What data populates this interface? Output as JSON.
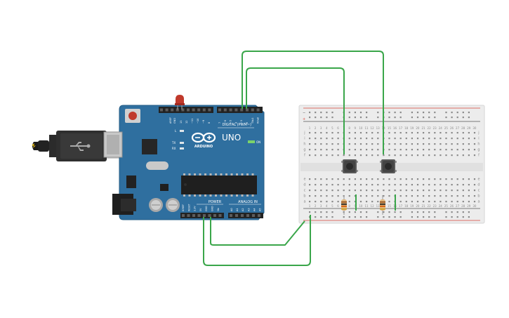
{
  "board": {
    "logo_text": "ARDUINO",
    "model_text": "UNO",
    "digital_label": "DIGITAL (PWM~)",
    "analog_label": "ANALOG IN",
    "power_label": "POWER",
    "on_label": "ON",
    "l_label": "L",
    "tx_label": "TX",
    "rx_label": "RX",
    "aref_label": "AREF",
    "gnd_label": "GND",
    "digital_pins": [
      "13",
      "12",
      "~11",
      "~10",
      "~9",
      "8",
      "7",
      "~6",
      "~5",
      "4",
      "~3",
      "2",
      "TX▸1",
      "RX◂0"
    ],
    "power_pins": [
      "IOREF",
      "RESET",
      "3.3V",
      "5V",
      "GND",
      "GND",
      "Vin"
    ],
    "analog_pins": [
      "A0",
      "A1",
      "A2",
      "A3",
      "A4",
      "A5"
    ]
  },
  "breadboard": {
    "row_letters_top": [
      "j",
      "i",
      "h",
      "g",
      "f"
    ],
    "row_letters_bottom": [
      "e",
      "d",
      "c",
      "b",
      "a"
    ],
    "rail_plus": "+",
    "rail_minus": "−",
    "columns": 30
  },
  "colors": {
    "board": "#2f6f9f",
    "board_dark": "#1e4f76",
    "wire": "#3aa64a",
    "breadboard": "#ececec",
    "rail_red": "#d9443a",
    "rail_black": "#555555",
    "led": "#c0392b"
  }
}
